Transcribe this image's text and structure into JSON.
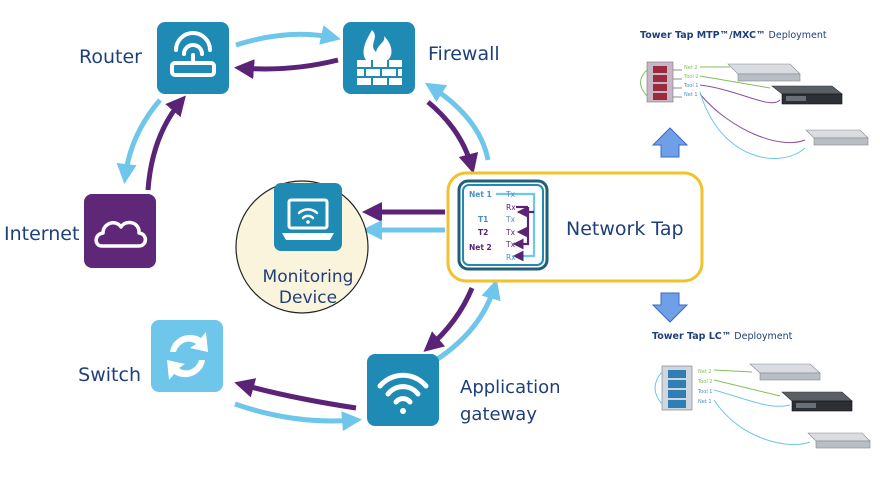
{
  "nodes": {
    "router": "Router",
    "firewall": "Firewall",
    "internet": "Internet",
    "switch": "Switch",
    "gateway_line1": "Application",
    "gateway_line2": "gateway",
    "monitor_line1": "Monitoring",
    "monitor_line2": "Device",
    "tap": "Network Tap"
  },
  "tap_ports": {
    "net1": "Net 1",
    "t1": "T1",
    "t2": "T2",
    "net2": "Net 2",
    "tx": "Tx",
    "rx": "Rx"
  },
  "deployments": {
    "mtp_title_bold": "Tower Tap MTP™/MXC™",
    "mtp_title_rest": " Deployment",
    "lc_title_bold": "Tower Tap LC™",
    "lc_title_rest": " Deployment",
    "port_labels": [
      "Net 2",
      "Tool 2",
      "Tool 1",
      "Net 1"
    ]
  },
  "colors": {
    "teal": "#1f8bb5",
    "purple": "#5e2777",
    "light_blue": "#6ec6ea",
    "arrow_purple": "#5b2377",
    "arrow_light": "#6ec6ea",
    "tap_border": "#f2c12e",
    "monitor_fill": "#fbf4dd",
    "label": "#1f3f7a"
  }
}
